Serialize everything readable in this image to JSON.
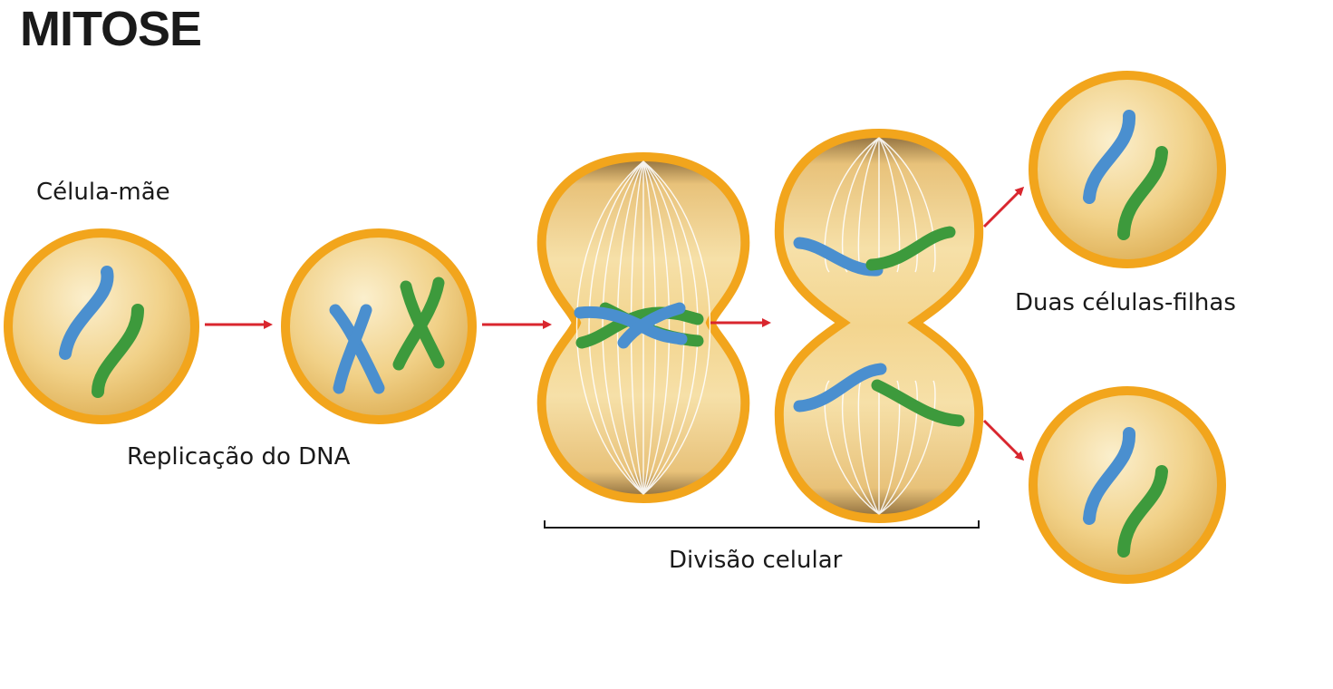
{
  "title": "MITOSE",
  "labels": {
    "mother_cell": "Célula-mãe",
    "dna_replication": "Replicação do DNA",
    "cell_division": "Divisão celular",
    "daughter_cells": "Duas células-filhas"
  },
  "colors": {
    "membrane": "#f2a51c",
    "cytoplasm": "#f3d58f",
    "chromosome_blue": "#4a8fcf",
    "chromosome_green": "#3d9a3c",
    "arrow": "#d9262e",
    "text": "#1a1a1a"
  }
}
